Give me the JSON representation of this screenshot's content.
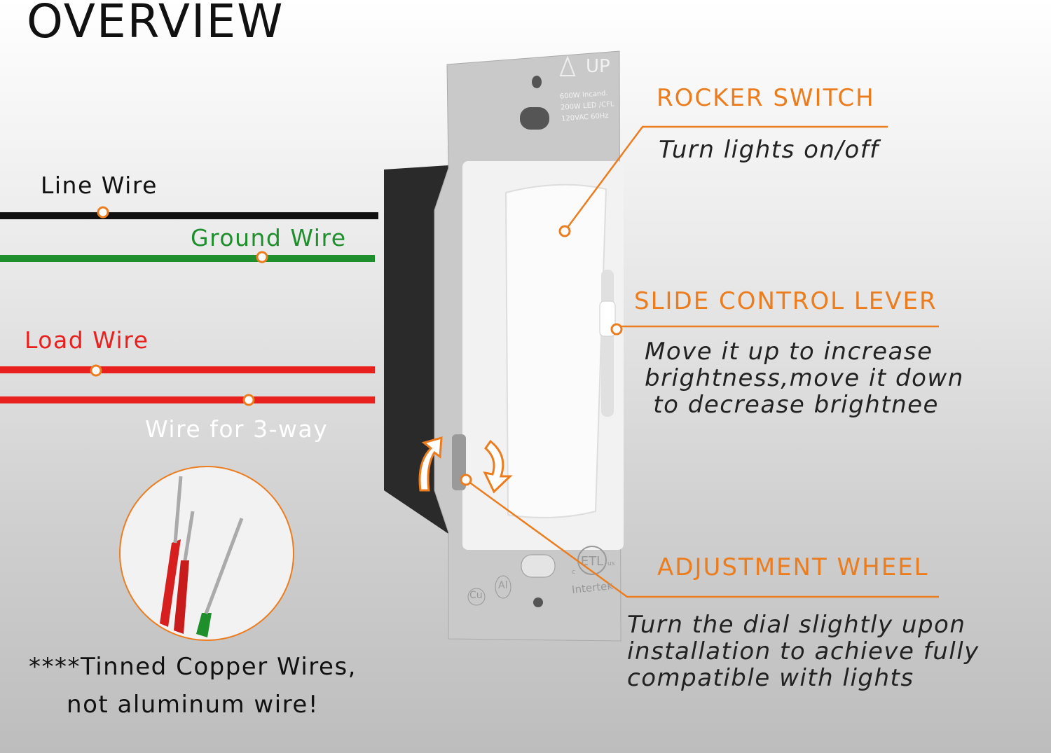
{
  "title": "OVERVIEW",
  "wires": {
    "line": "Line Wire",
    "ground": "Ground Wire",
    "load": "Load Wire",
    "threeway": "Wire for 3-way"
  },
  "note": {
    "line1": "****Tinned Copper Wires,",
    "line2": "not aluminum wire!"
  },
  "switch_plate": {
    "up": "UP",
    "rating1": "600W Incand.",
    "rating2": "200W LED /CFL",
    "rating3": "120VAC 60Hz",
    "cu": "Cu",
    "al": "Al",
    "etl": "ETL",
    "c": "c",
    "us": "us",
    "intertek": "Intertek"
  },
  "callouts": {
    "rocker": {
      "title": "ROCKER SWITCH",
      "text": "Turn lights on/off"
    },
    "slide": {
      "title": "SLIDE CONTROL LEVER",
      "text": "Move it up to increase\nbrightness,move it down\n to decrease brightnee"
    },
    "wheel": {
      "title": "ADJUSTMENT WHEEL",
      "text": "Turn the dial slightly upon\ninstallation to achieve fully\ncompatible with lights"
    }
  },
  "colors": {
    "accent": "#ec7d1f",
    "line": "#111111",
    "ground": "#1f8f2e",
    "load": "#e8201e"
  }
}
